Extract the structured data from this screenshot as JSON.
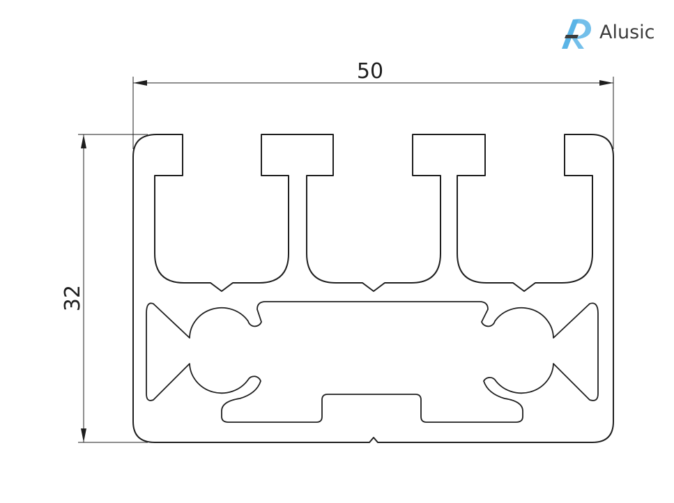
{
  "brand": {
    "name": "Alusic",
    "mark_color": "#5ab4e6",
    "text_color": "#3c3c3c"
  },
  "dimensions": {
    "width_label": "50",
    "height_label": "32"
  },
  "colors": {
    "line": "#1e1e1e",
    "background": "#ffffff"
  }
}
